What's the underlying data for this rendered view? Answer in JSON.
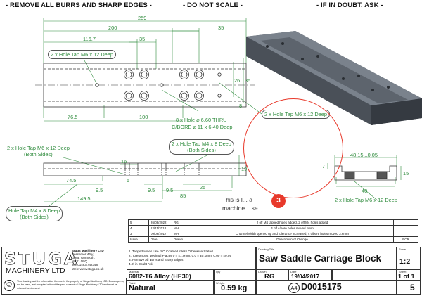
{
  "header": {
    "left": "- REMOVE ALL BURRS AND SHARP EDGES -",
    "center": "- DO NOT SCALE -",
    "right": "- IF IN DOUBT, ASK -"
  },
  "dimensions": {
    "top_view": [
      "259",
      "200",
      "35",
      "116.7",
      "35",
      "76.5",
      "100",
      "26",
      "35",
      "8"
    ],
    "front_view": [
      "16",
      "74.5",
      "5",
      "9.5",
      "9.5",
      "149.5",
      "9.5",
      "85",
      "25",
      "19"
    ],
    "end_view": [
      "48.15 ±0.05",
      "40",
      "7",
      "15"
    ]
  },
  "notes": {
    "tap_m6_top": "2 x Hole Tap M6 x 12 Deep",
    "tap_m6_iso": "2 x Hole Tap M6 x 12 Deep",
    "hole_line1": "8 x Hole ⌀ 6.60 THRU",
    "hole_line2": "C/BORE ⌀ 11 x 6.40 Deep",
    "tap_m6_front_1": "2 x Hole Tap M6 x 12 Deep",
    "tap_m6_front_2": "(Both Sides)",
    "tap_m4_front_1": "2 x Hole Tap M4 x 8 Deep",
    "tap_m4_front_2": "(Both Sides)",
    "tap_m4_bottom_1": "Hole Tap M4 x 8 Deep",
    "tap_m4_bottom_2": "(Both Sides)",
    "tap_m6_end": "2 x Hole Tap M6 x 12 Deep",
    "annotation": "This is l... a machine... se",
    "marker": "3"
  },
  "revisions": {
    "rows": [
      [
        "5",
        "26/08/2022",
        "RG",
        "2 off M4 tapped holes added, 2 off M4 holes added"
      ],
      [
        "4",
        "12/11/2018",
        "MH",
        "4 off c/bore holes moved 1mm"
      ],
      [
        "3",
        "09/06/2017",
        "MH",
        "Channel width opened up and tolerance increased, 4 c/bore holes moved 3.6mm"
      ]
    ],
    "headers": [
      "Issue",
      "Date",
      "Drawn",
      "Description of Change",
      "ECR"
    ]
  },
  "company": {
    "logo": "STUGA",
    "sub": "MACHINERY LTD",
    "name": "Stuga Machinery LTD",
    "addr": [
      "Bessemer Way,",
      "Great Yarmouth,",
      "NR31 0NQ",
      "Tel: 01493 742348"
    ],
    "web": "Web: www.stuga.co.uk"
  },
  "tolerance_notes": [
    "1. Tapped Holes Use ISO Coarse Unless Otherwise Stated",
    "2. Tolerances; Decimal Places 0 = ±1.0mm, 0.0 = ±0.1mm, 0.00 = ±0.05",
    "3. Remove All Burrs and Sharp Edges",
    "4. If in Doubt Ask"
  ],
  "title_block": {
    "drawing_title_label": "Drawing Title",
    "title": "Saw Saddle Carriage Block",
    "scale_label": "Scale",
    "scale": "1:2",
    "material_label": "Material",
    "material": "6082-T6 Alloy (HE30)",
    "qty_label": "Qty",
    "finish_label": "Finish",
    "finish": "Natural",
    "weight_label": "Weight",
    "weight": "0.59 kg",
    "drawn_label": "Drawn",
    "drawn": "RG",
    "date_label": "Date",
    "date": "19/04/2017",
    "sheet_label": "Sheet",
    "sheet": "1 of 1",
    "size": "A4",
    "dwg_no": "D0015175",
    "issue": "5",
    "copyright": "This drawing and the information thereon is the property of Stuga Machinery LTD. Drawings may not be used, lent or copied without the prior consent of Stuga Machinery LTD and must be returned on demand."
  },
  "colors": {
    "dimension": "#2e8b3c",
    "geometry": "#333333",
    "marker": "#e8392b"
  }
}
